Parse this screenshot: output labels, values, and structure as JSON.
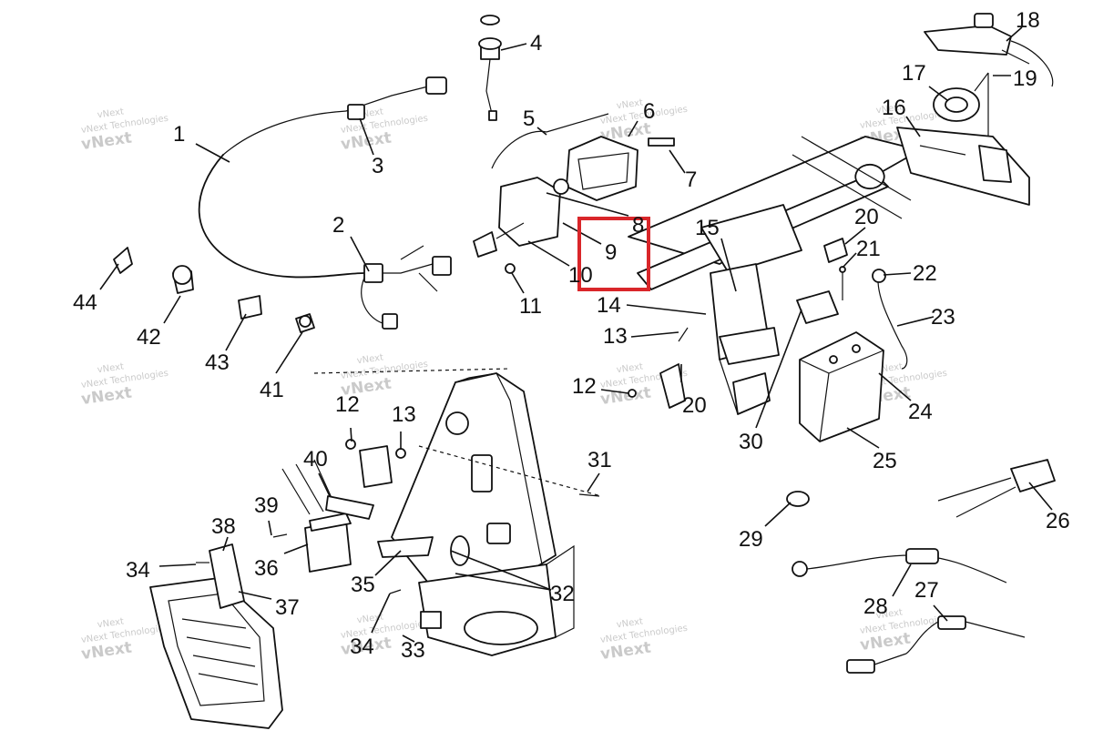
{
  "highlight": {
    "part": "9",
    "color": "#d9262a"
  },
  "watermark": {
    "brand": "vNext",
    "text": "vNext Technologies"
  },
  "callouts": [
    {
      "id": "1"
    },
    {
      "id": "2"
    },
    {
      "id": "3"
    },
    {
      "id": "4"
    },
    {
      "id": "5"
    },
    {
      "id": "6"
    },
    {
      "id": "7"
    },
    {
      "id": "8"
    },
    {
      "id": "9"
    },
    {
      "id": "10"
    },
    {
      "id": "11"
    },
    {
      "id": "12"
    },
    {
      "id": "13"
    },
    {
      "id": "14"
    },
    {
      "id": "15"
    },
    {
      "id": "16"
    },
    {
      "id": "17"
    },
    {
      "id": "18"
    },
    {
      "id": "19"
    },
    {
      "id": "20"
    },
    {
      "id": "21"
    },
    {
      "id": "22"
    },
    {
      "id": "23"
    },
    {
      "id": "24"
    },
    {
      "id": "25"
    },
    {
      "id": "26"
    },
    {
      "id": "27"
    },
    {
      "id": "28"
    },
    {
      "id": "29"
    },
    {
      "id": "30"
    },
    {
      "id": "31"
    },
    {
      "id": "32"
    },
    {
      "id": "33"
    },
    {
      "id": "34"
    },
    {
      "id": "35"
    },
    {
      "id": "36"
    },
    {
      "id": "37"
    },
    {
      "id": "38"
    },
    {
      "id": "39"
    },
    {
      "id": "40"
    },
    {
      "id": "41"
    },
    {
      "id": "42"
    },
    {
      "id": "43"
    },
    {
      "id": "44"
    },
    {
      "id": "12"
    },
    {
      "id": "13"
    },
    {
      "id": "20"
    },
    {
      "id": "34"
    }
  ]
}
